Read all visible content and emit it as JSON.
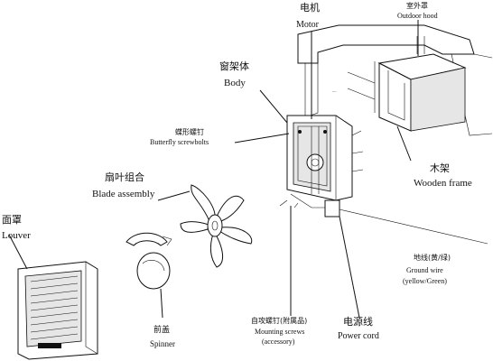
{
  "labels": {
    "motor_zh": "电机",
    "motor_en": "Motor",
    "hood_zh": "室外罩",
    "hood_en": "Outdoor hood",
    "body_zh": "窗架体",
    "body_en": "Body",
    "bolts_zh": "蝶形螺钉",
    "bolts_en": "Butterfly screwbolts",
    "blade_zh": "扇叶组合",
    "blade_en": "Blade assembly",
    "louver_zh": "面罩",
    "louver_en": "Louver",
    "frame_zh": "木架",
    "frame_en": "Wooden frame",
    "ground_zh": "地线(黄/绿)",
    "ground_en1": "Ground wire",
    "ground_en2": "(yellow/Green)",
    "spinner_zh": "前盖",
    "spinner_en": "Spinner",
    "screws_zh": "自攻螺钉(附属品)",
    "screws_en1": "Mounting screws",
    "screws_en2": "(accessory)",
    "cord_zh": "电源线",
    "cord_en": "Power cord"
  }
}
